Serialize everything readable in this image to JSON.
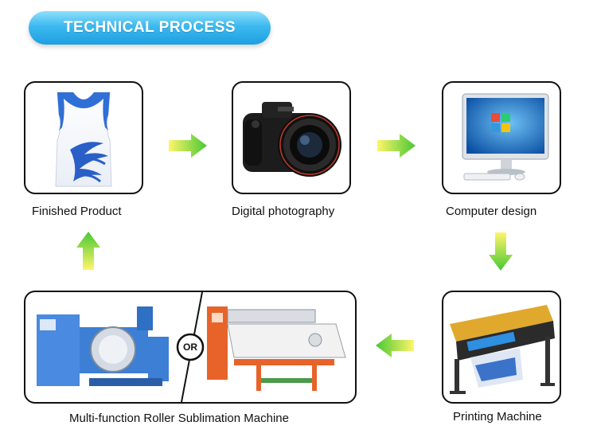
{
  "banner": {
    "title": "TECHNICAL PROCESS"
  },
  "steps": {
    "finished_product": "Finished Product",
    "digital_photography": "Digital photography",
    "computer_design": "Computer design",
    "printing_machine": "Printing Machine",
    "roller_machine": "Multi-function Roller Sublimation Machine"
  },
  "separator": {
    "or": "OR"
  },
  "colors": {
    "banner": "#3cb9ef",
    "arrow_light": "#fff56a",
    "arrow_dark": "#48c834",
    "machine_blue": "#3c7fd4",
    "machine_orange": "#e8632a"
  }
}
